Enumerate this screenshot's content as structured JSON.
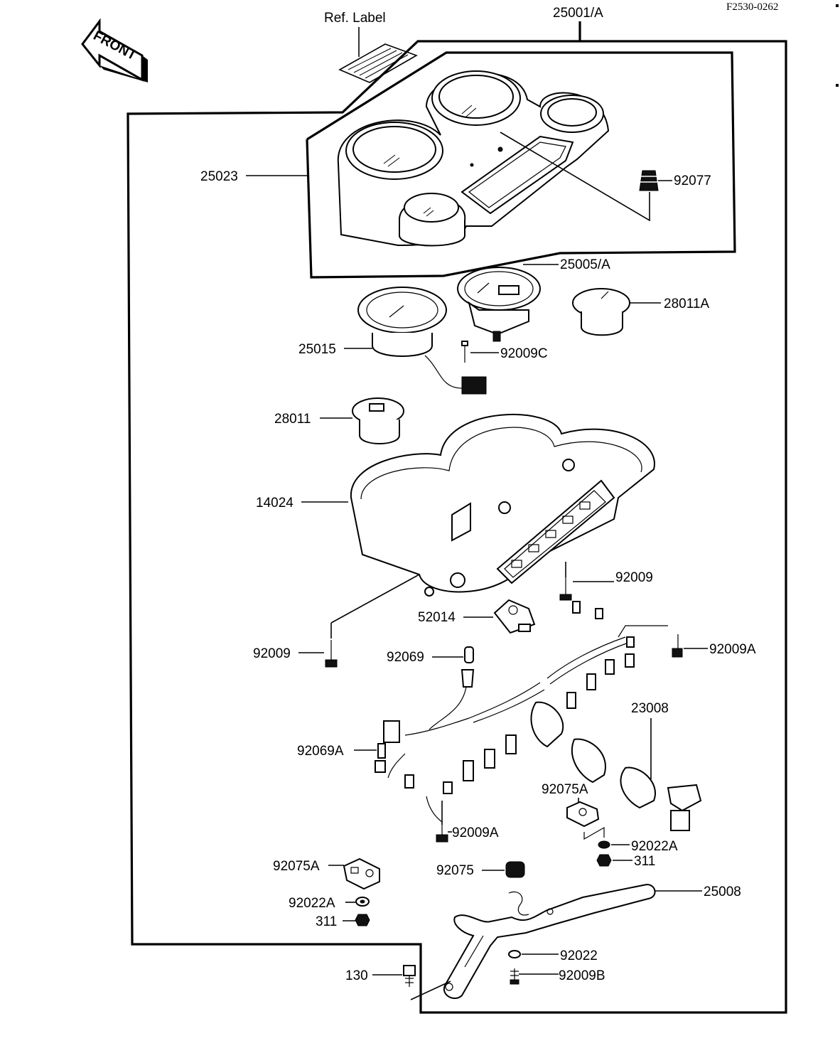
{
  "header": {
    "drawing_code": "F2530-0262"
  },
  "front_arrow": {
    "label": "FRONT",
    "icon": "front-arrow-icon"
  },
  "ref_label": {
    "text": "Ref. Label"
  },
  "parts": [
    {
      "id": "p25001A",
      "number": "25001/A"
    },
    {
      "id": "p25023",
      "number": "25023"
    },
    {
      "id": "p92077",
      "number": "92077"
    },
    {
      "id": "p25005A",
      "number": "25005/A"
    },
    {
      "id": "p28011A",
      "number": "28011A"
    },
    {
      "id": "p25015",
      "number": "25015"
    },
    {
      "id": "p92009C",
      "number": "92009C"
    },
    {
      "id": "p28011",
      "number": "28011"
    },
    {
      "id": "p14024",
      "number": "14024"
    },
    {
      "id": "p92009_right",
      "number": "92009"
    },
    {
      "id": "p52014",
      "number": "52014"
    },
    {
      "id": "p92009_left",
      "number": "92009"
    },
    {
      "id": "p92069",
      "number": "92069"
    },
    {
      "id": "p92009A_right",
      "number": "92009A"
    },
    {
      "id": "p23008",
      "number": "23008"
    },
    {
      "id": "p92069A",
      "number": "92069A"
    },
    {
      "id": "p92075A_right",
      "number": "92075A"
    },
    {
      "id": "p92009A_bottom",
      "number": "92009A"
    },
    {
      "id": "p92022A_right",
      "number": "92022A"
    },
    {
      "id": "p311_right",
      "number": "311"
    },
    {
      "id": "p92075A_left",
      "number": "92075A"
    },
    {
      "id": "p92075",
      "number": "92075"
    },
    {
      "id": "p25008",
      "number": "25008"
    },
    {
      "id": "p92022A_left",
      "number": "92022A"
    },
    {
      "id": "p311_left",
      "number": "311"
    },
    {
      "id": "p92022",
      "number": "92022"
    },
    {
      "id": "p130",
      "number": "130"
    },
    {
      "id": "p92009B",
      "number": "92009B"
    }
  ]
}
